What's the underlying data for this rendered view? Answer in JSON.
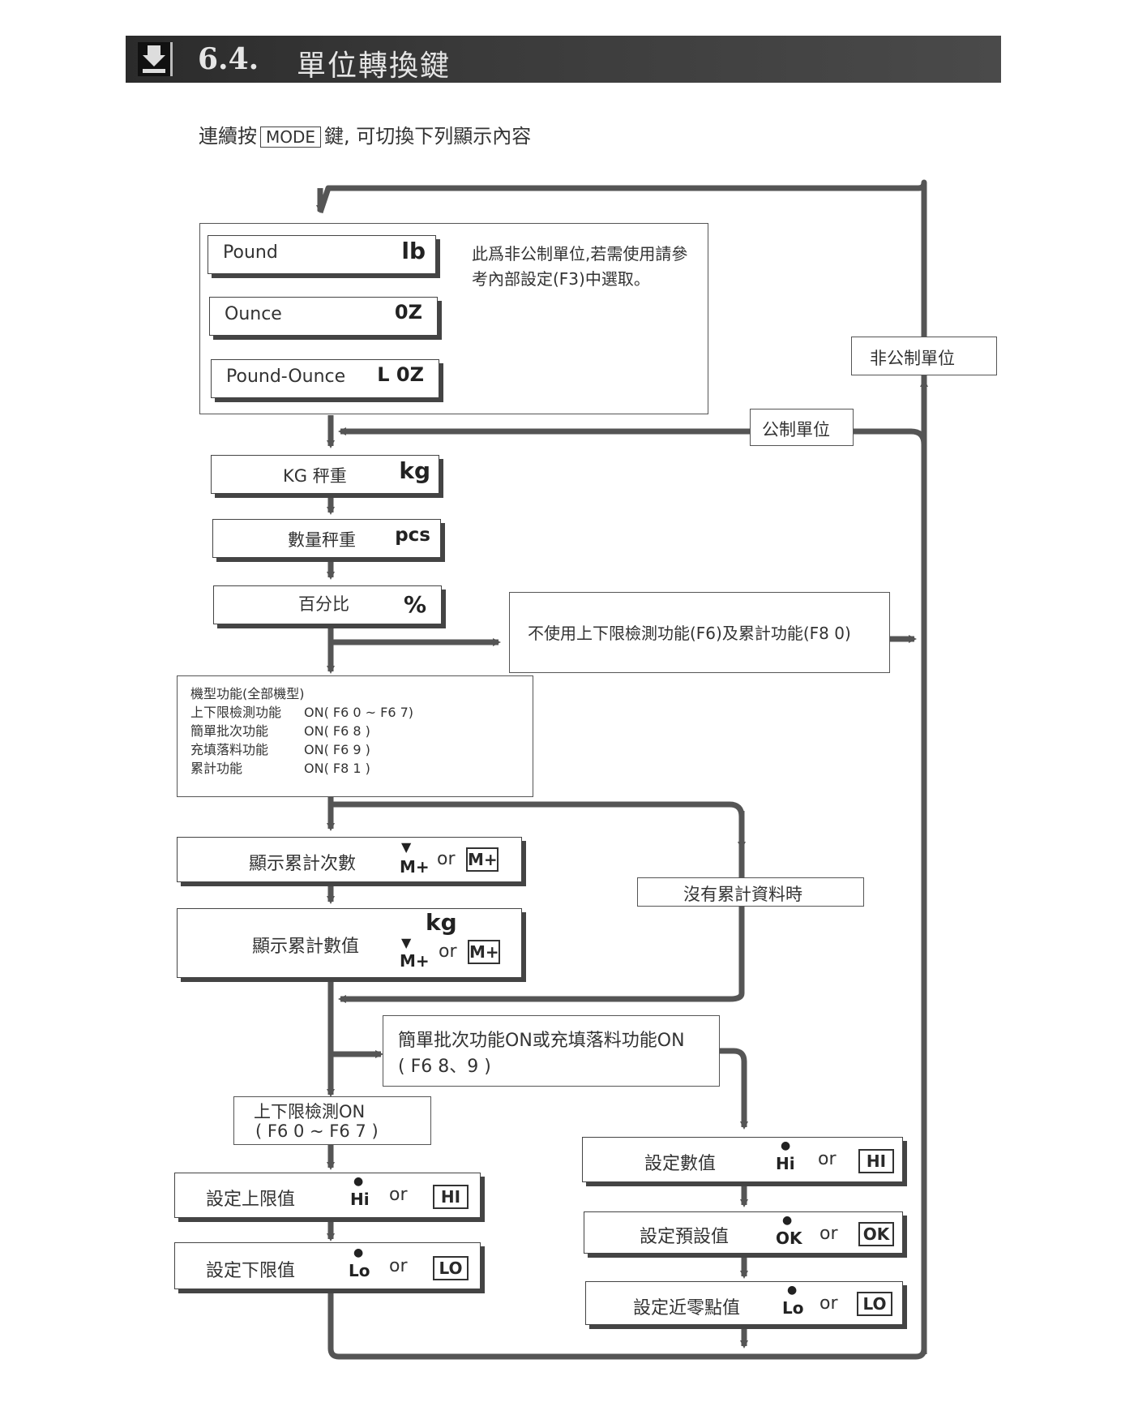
{
  "header": {
    "number": "6.4.",
    "title": "單位轉換鍵"
  },
  "intro": {
    "before": "連續按",
    "key": "MODE",
    "after": "鍵, 可切換下列顯示內容"
  },
  "nonmetric_group": {
    "items": [
      {
        "label": "Pound",
        "unit": "lb"
      },
      {
        "label": "Ounce",
        "unit": "0Z"
      },
      {
        "label": "Pound-Ounce",
        "unit": "L 0Z"
      }
    ],
    "note": "此爲非公制單位,若需使用請參考內部設定(F3)中選取。"
  },
  "labels": {
    "nonmetric": "非公制單位",
    "metric": "公制單位"
  },
  "metric_items": [
    {
      "label": "KG 秤重",
      "unit": "kg"
    },
    {
      "label": "數量秤重",
      "unit": "pcs"
    },
    {
      "label": "百分比",
      "unit": "%"
    }
  ],
  "no_functions": "不使用上下限檢測功能(F6)及累計功能(F8 0)",
  "functions": {
    "title": "機型功能(全部機型)",
    "rows": [
      {
        "name": "上下限檢測功能",
        "value": "ON( F6 0 ~ F6 7)"
      },
      {
        "name": "簡單批次功能",
        "value": "ON( F6 8 )"
      },
      {
        "name": "充填落料功能",
        "value": "ON( F6 9 )"
      },
      {
        "name": "累計功能",
        "value": "ON( F8 1 )"
      }
    ]
  },
  "accum": {
    "count_label": "顯示累計次數",
    "value_label": "顯示累計數值",
    "unit": "kg",
    "indicator": "M+",
    "or": "or",
    "no_data": "沒有累計資料時"
  },
  "batch_condition": {
    "line1": "簡單批次功能ON或充填落料功能ON",
    "line2": "( F6 8、9 )"
  },
  "limit_condition": {
    "line1": "上下限檢測ON",
    "line2": "( F6 0 ~ F6 7 )"
  },
  "left_settings": [
    {
      "label": "設定上限值",
      "indicator": "Hi",
      "display": "HI"
    },
    {
      "label": "設定下限值",
      "indicator": "Lo",
      "display": "LO"
    }
  ],
  "right_settings": [
    {
      "label": "設定數值",
      "indicator": "Hi",
      "display": "HI"
    },
    {
      "label": "設定預設值",
      "indicator": "OK",
      "display": "OK"
    },
    {
      "label": "設定近零點值",
      "indicator": "Lo",
      "display": "LO"
    }
  ]
}
